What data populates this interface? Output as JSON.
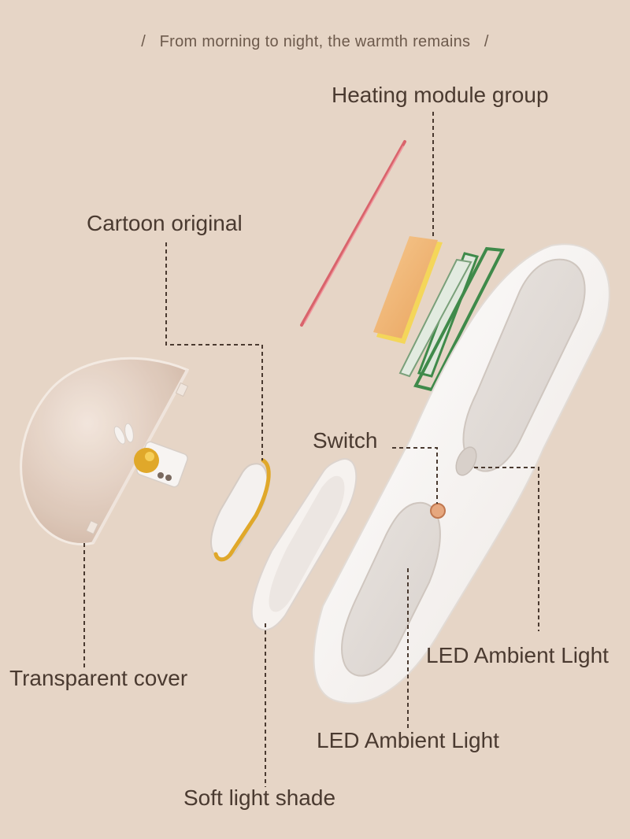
{
  "tagline": {
    "text": "From morning to night, the warmth remains",
    "left_mark": "/",
    "right_mark": "/"
  },
  "labels": {
    "heating": "Heating module group",
    "cartoon": "Cartoon original",
    "switch": "Switch",
    "led_right": "LED Ambient Light",
    "led_bottom": "LED Ambient Light",
    "transparent_cover": "Transparent cover",
    "soft_shade": "Soft light shade"
  },
  "colors": {
    "background": "#e6d5c6",
    "label_text": "#4a3a30",
    "leader_line": "#4a3a30",
    "heater_wire": "#d9646c",
    "heater_pad": "#f0b06a",
    "pcb": "#3f8a4a",
    "bunny_yellow": "#e0a82a",
    "housing": "#ffffff"
  }
}
